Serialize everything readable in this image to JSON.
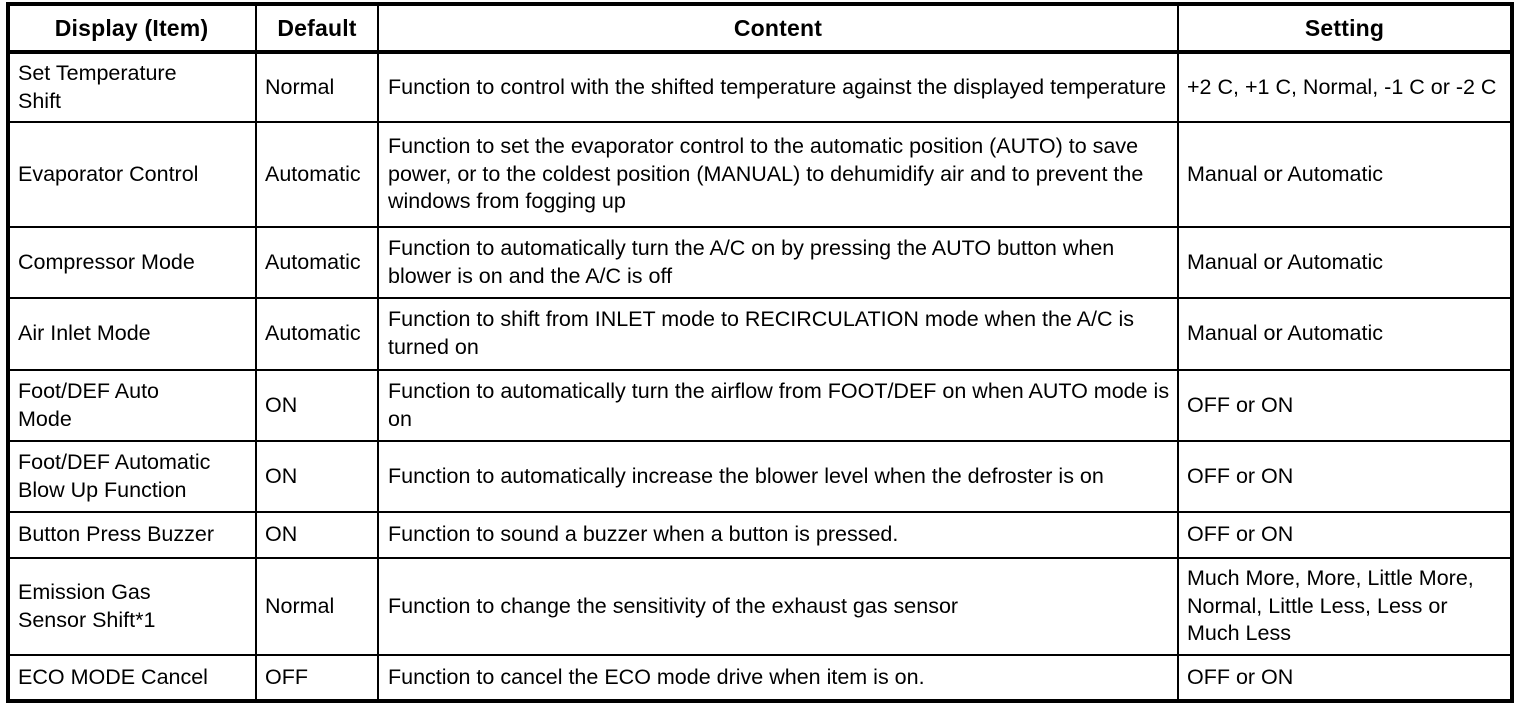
{
  "table": {
    "columns": [
      {
        "key": "item",
        "header": "Display (Item)"
      },
      {
        "key": "default",
        "header": "Default"
      },
      {
        "key": "content",
        "header": "Content"
      },
      {
        "key": "setting",
        "header": "Setting"
      }
    ],
    "rows": [
      {
        "item": "Set Temperature\nShift",
        "default": "Normal",
        "content": "Function to control with the shifted temperature against the displayed temperature",
        "setting": "+2 C, +1 C, Normal, -1 C or -2 C"
      },
      {
        "item": "Evaporator Control",
        "default": "Automatic",
        "content": "Function to set the evaporator control to the automatic position (AUTO) to save power, or to the coldest position (MANUAL) to dehumidify air and to prevent the windows from fogging up",
        "setting": "Manual or Automatic"
      },
      {
        "item": "Compressor Mode",
        "default": "Automatic",
        "content": "Function to automatically turn the A/C on by pressing the AUTO button when blower is on and the A/C is off",
        "setting": "Manual or Automatic"
      },
      {
        "item": "Air Inlet Mode",
        "default": "Automatic",
        "content": "Function to shift from INLET mode to RECIRCULATION mode when the A/C is turned on",
        "setting": "Manual or Automatic"
      },
      {
        "item": "Foot/DEF Auto\nMode",
        "default": "ON",
        "content": "Function to automatically turn the airflow from FOOT/DEF on when AUTO mode is on",
        "setting": "OFF or ON"
      },
      {
        "item": "Foot/DEF Automatic\nBlow Up Function",
        "default": "ON",
        "content": "Function to automatically increase the blower level when the defroster is on",
        "setting": "OFF or ON"
      },
      {
        "item": "Button Press Buzzer",
        "default": "ON",
        "content": "Function to sound a buzzer when a button is pressed.",
        "setting": "OFF or ON"
      },
      {
        "item": "Emission Gas\nSensor Shift*1",
        "default": "Normal",
        "content": "Function to change the sensitivity of the exhaust gas sensor",
        "setting": "Much More, More, Little More, Normal, Little Less, Less or Much Less"
      },
      {
        "item": "ECO MODE Cancel",
        "default": "OFF",
        "content": "Function to cancel the ECO mode drive when item is on.",
        "setting": "OFF or ON"
      }
    ]
  }
}
